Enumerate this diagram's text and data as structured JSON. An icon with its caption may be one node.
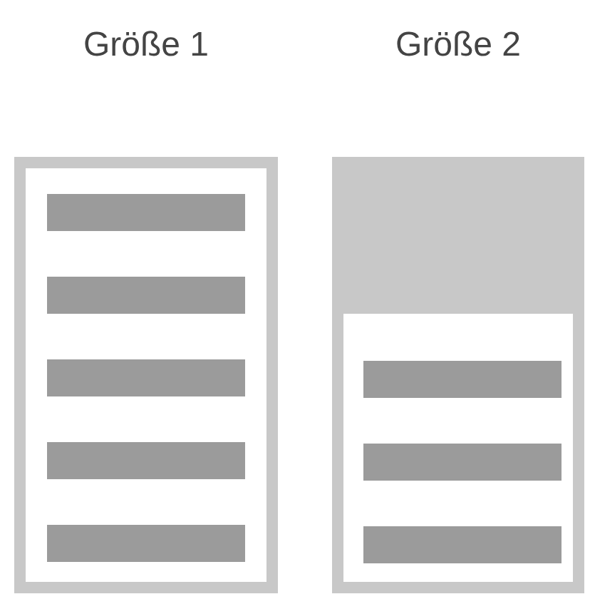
{
  "diagram": {
    "nodes": [
      {
        "text": [
          "Größe 1"
        ]
      },
      {
        "text": [],
        "shape": "bar",
        "in": 0
      },
      {
        "text": [],
        "shape": "bar",
        "in": 0
      },
      {
        "text": [],
        "shape": "bar",
        "in": 0
      },
      {
        "text": [],
        "shape": "bar",
        "in": 0
      },
      {
        "text": [],
        "shape": "bar",
        "in": 0
      },
      {
        "text": [
          "Größe 2"
        ]
      },
      {
        "text": [],
        "shape": "box",
        "in": 6
      },
      {
        "text": [],
        "shape": "bar",
        "in": 6
      },
      {
        "text": [],
        "shape": "bar",
        "in": 6
      },
      {
        "text": [],
        "shape": "bar",
        "in": 6
      }
    ]
  }
}
